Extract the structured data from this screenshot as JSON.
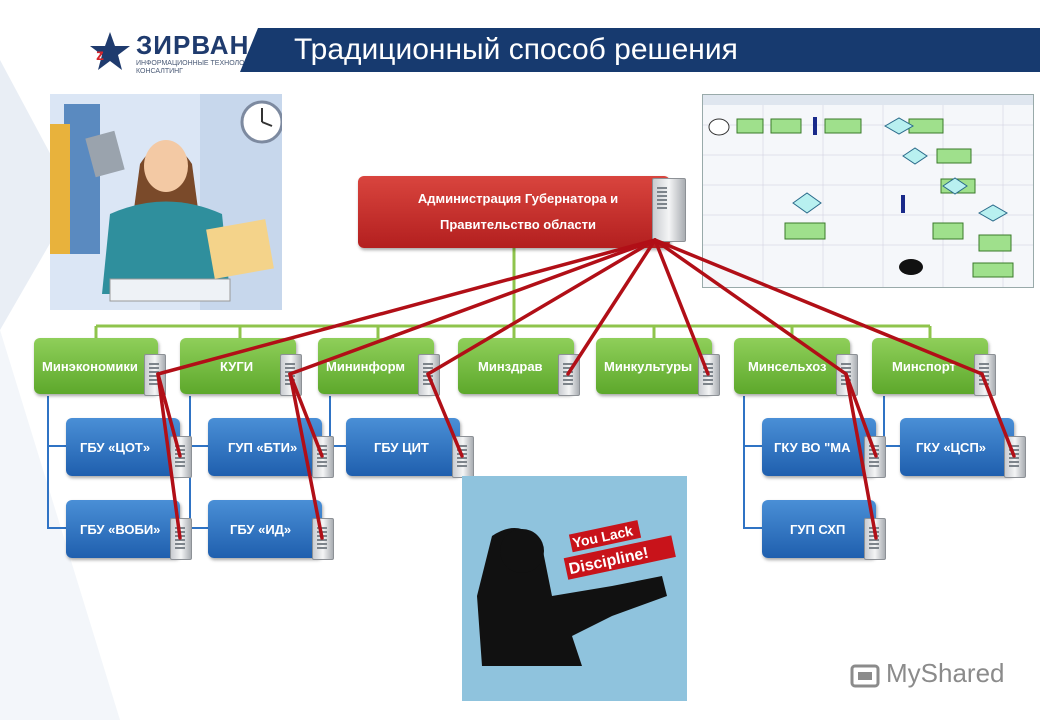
{
  "brand": {
    "name": "ЗИРВАН",
    "tagline": "ИНФОРМАЦИОННЫЕ ТЕХНОЛОГИИ И КОНСАЛТИНГ"
  },
  "slide_title": "Традиционный способ решения",
  "top_node": {
    "line1": "Администрация Губернатора и",
    "line2": "Правительство области"
  },
  "ministries": [
    "Минэкономики",
    "КУГИ",
    "Мининформ",
    "Минздрав",
    "Минкультуры",
    "Минсельхоз",
    "Минспорт"
  ],
  "subs": {
    "gbu_cot": "ГБУ «ЦОТ»",
    "gbu_vobi": "ГБУ «ВОБИ»",
    "gup_bti": "ГУП «БТИ»",
    "gbu_id": "ГБУ «ИД»",
    "gbu_cit": "ГБУ ЦИТ",
    "gku_vo_ma": "ГКУ ВО \"МА",
    "gup_shp": "ГУП СХП",
    "gku_csp": "ГКУ «ЦСП»"
  },
  "poster_text": [
    "You Lack",
    "Discipline!"
  ],
  "watermark": "MyShared",
  "colors": {
    "title_band": "#173a6f",
    "ministry": "#6fba3a",
    "sub": "#2f73c4",
    "top": "#c22a27",
    "link": "#b10f17",
    "tree": "#8fc44c"
  }
}
